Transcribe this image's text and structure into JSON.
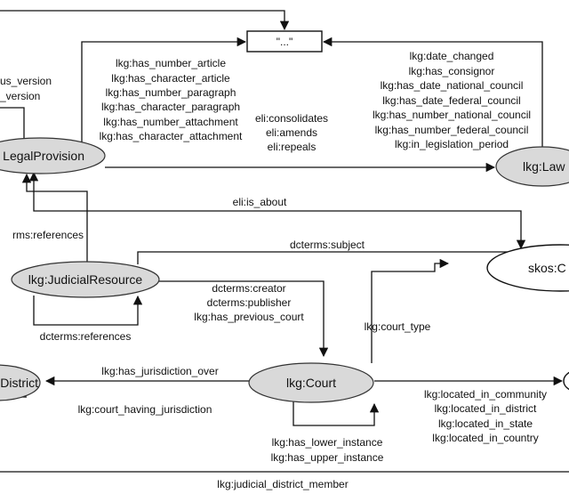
{
  "nodes": {
    "legal_provision": "LegalProvision",
    "law": "lkg:Law",
    "judicial_resource": "lkg:JudicialResource",
    "skos_concept": "skos:C",
    "district": "District",
    "court": "lkg:Court",
    "placeholder": "\"...\""
  },
  "edges": {
    "version_1": "us_version",
    "version_2": "_version",
    "provision_properties": [
      "lkg:has_number_article",
      "lkg:has_character_article",
      "lkg:has_number_paragraph",
      "lkg:has_character_paragraph",
      "lkg:has_number_attachment",
      "lkg:has_character_attachment"
    ],
    "eli_relations": [
      "eli:consolidates",
      "eli:amends",
      "eli:repeals"
    ],
    "law_properties": [
      "lkg:date_changed",
      "lkg:has_consignor",
      "lkg:has_date_national_council",
      "lkg:has_date_federal_council",
      "lkg:has_number_national_council",
      "lkg:has_number_federal_council",
      "lkg:in_legislation_period"
    ],
    "is_about": "eli:is_about",
    "references_1": "rms:references",
    "subject": "dcterms:subject",
    "court_relations": [
      "dcterms:creator",
      "dcterms:publisher",
      "lkg:has_previous_court"
    ],
    "references_2": "dcterms:references",
    "court_type": "lkg:court_type",
    "has_jurisdiction_over": "lkg:has_jurisdiction_over",
    "court_having_jurisdiction": "lkg:court_having_jurisdiction",
    "location_properties": [
      "lkg:located_in_community",
      "lkg:located_in_district",
      "lkg:located_in_state",
      "lkg:located_in_country"
    ],
    "instances": [
      "lkg:has_lower_instance",
      "lkg:has_upper_instance"
    ],
    "district_member": "lkg:judicial_district_member"
  }
}
